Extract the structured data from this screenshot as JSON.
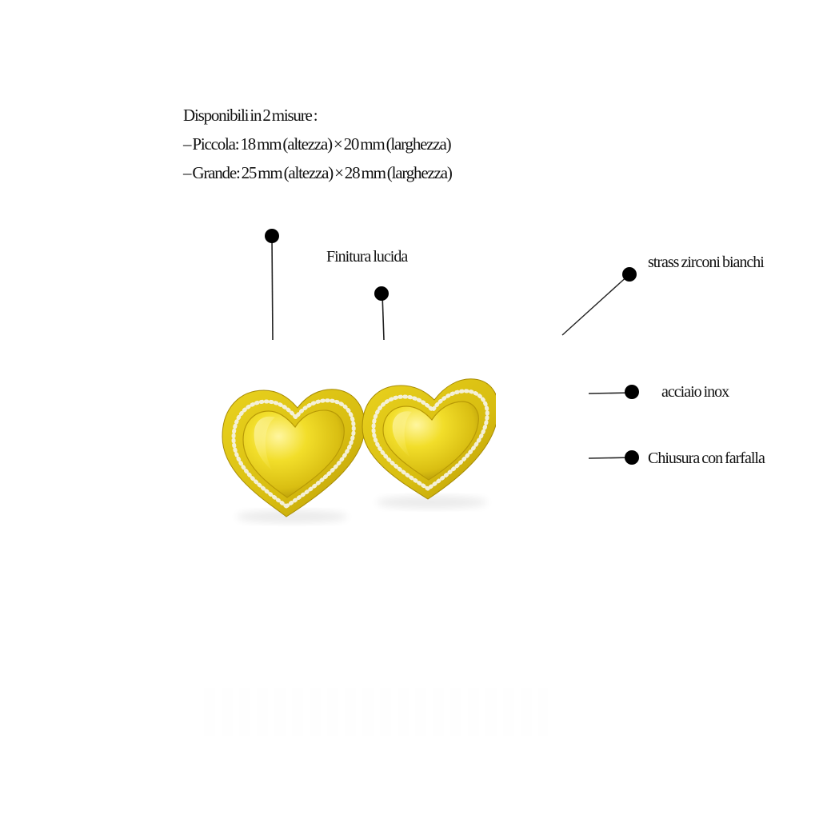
{
  "sizes": {
    "heading": "Disponibili in 2 misure :",
    "lines": [
      "– Piccola: 18 mm (altezza) × 20 mm (larghezza)",
      "– Grande: 25 mm (altezza) × 28 mm (larghezza)"
    ]
  },
  "annotations": {
    "finish": "Finitura lucida",
    "stones": "strass zirconi bianchi",
    "material": "acciaio inox",
    "closure": "Chiusura  con farfalla"
  },
  "product": {
    "name": "heart-stud-earrings",
    "gold_color": "#E8D21A",
    "gold_dark": "#B89A06",
    "gold_light": "#FFF27A",
    "stone_color": "#F4F0D8"
  },
  "colors": {
    "text": "#111111",
    "marker": "#000000",
    "background": "#FFFFFF"
  }
}
